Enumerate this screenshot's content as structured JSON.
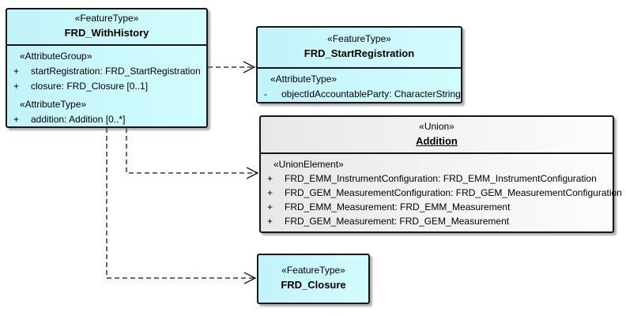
{
  "colors": {
    "feature_type_fill": "#CCF7FC",
    "union_fill": "#EAEAEA",
    "border": "#161616"
  },
  "boxes": {
    "with_history": {
      "stereotype": "«FeatureType»",
      "name": "FRD_WithHistory",
      "sections": [
        {
          "label": "«AttributeGroup»",
          "attrs": [
            {
              "vis": "+",
              "text": "startRegistration: FRD_StartRegistration"
            },
            {
              "vis": "+",
              "text": "closure: FRD_Closure [0..1]"
            }
          ]
        },
        {
          "label": "«AttributeType»",
          "attrs": [
            {
              "vis": "+",
              "text": "addition: Addition [0..*]"
            }
          ]
        }
      ]
    },
    "start_registration": {
      "stereotype": "«FeatureType»",
      "name": "FRD_StartRegistration",
      "sections": [
        {
          "label": "«AttributeType»",
          "attrs": [
            {
              "vis": "-",
              "text": "objectIdAccountableParty: CharacterString"
            }
          ]
        }
      ]
    },
    "addition": {
      "stereotype": "«Union»",
      "name": "Addition",
      "sections": [
        {
          "label": "«UnionElement»",
          "attrs": [
            {
              "vis": "+",
              "text": "FRD_EMM_InstrumentConfiguration: FRD_EMM_InstrumentConfiguration"
            },
            {
              "vis": "+",
              "text": "FRD_GEM_MeasurementConfiguration: FRD_GEM_MeasurementConfiguration"
            },
            {
              "vis": "+",
              "text": "FRD_EMM_Measurement: FRD_EMM_Measurement"
            },
            {
              "vis": "+",
              "text": "FRD_GEM_Measurement: FRD_GEM_Measurement"
            }
          ]
        }
      ]
    },
    "closure": {
      "stereotype": "«FeatureType»",
      "name": "FRD_Closure"
    }
  },
  "connectors": [
    {
      "type": "dependency",
      "from": "FRD_WithHistory",
      "to": "FRD_StartRegistration"
    },
    {
      "type": "dependency",
      "from": "FRD_WithHistory",
      "to": "Addition"
    },
    {
      "type": "dependency",
      "from": "FRD_WithHistory",
      "to": "FRD_Closure"
    }
  ]
}
